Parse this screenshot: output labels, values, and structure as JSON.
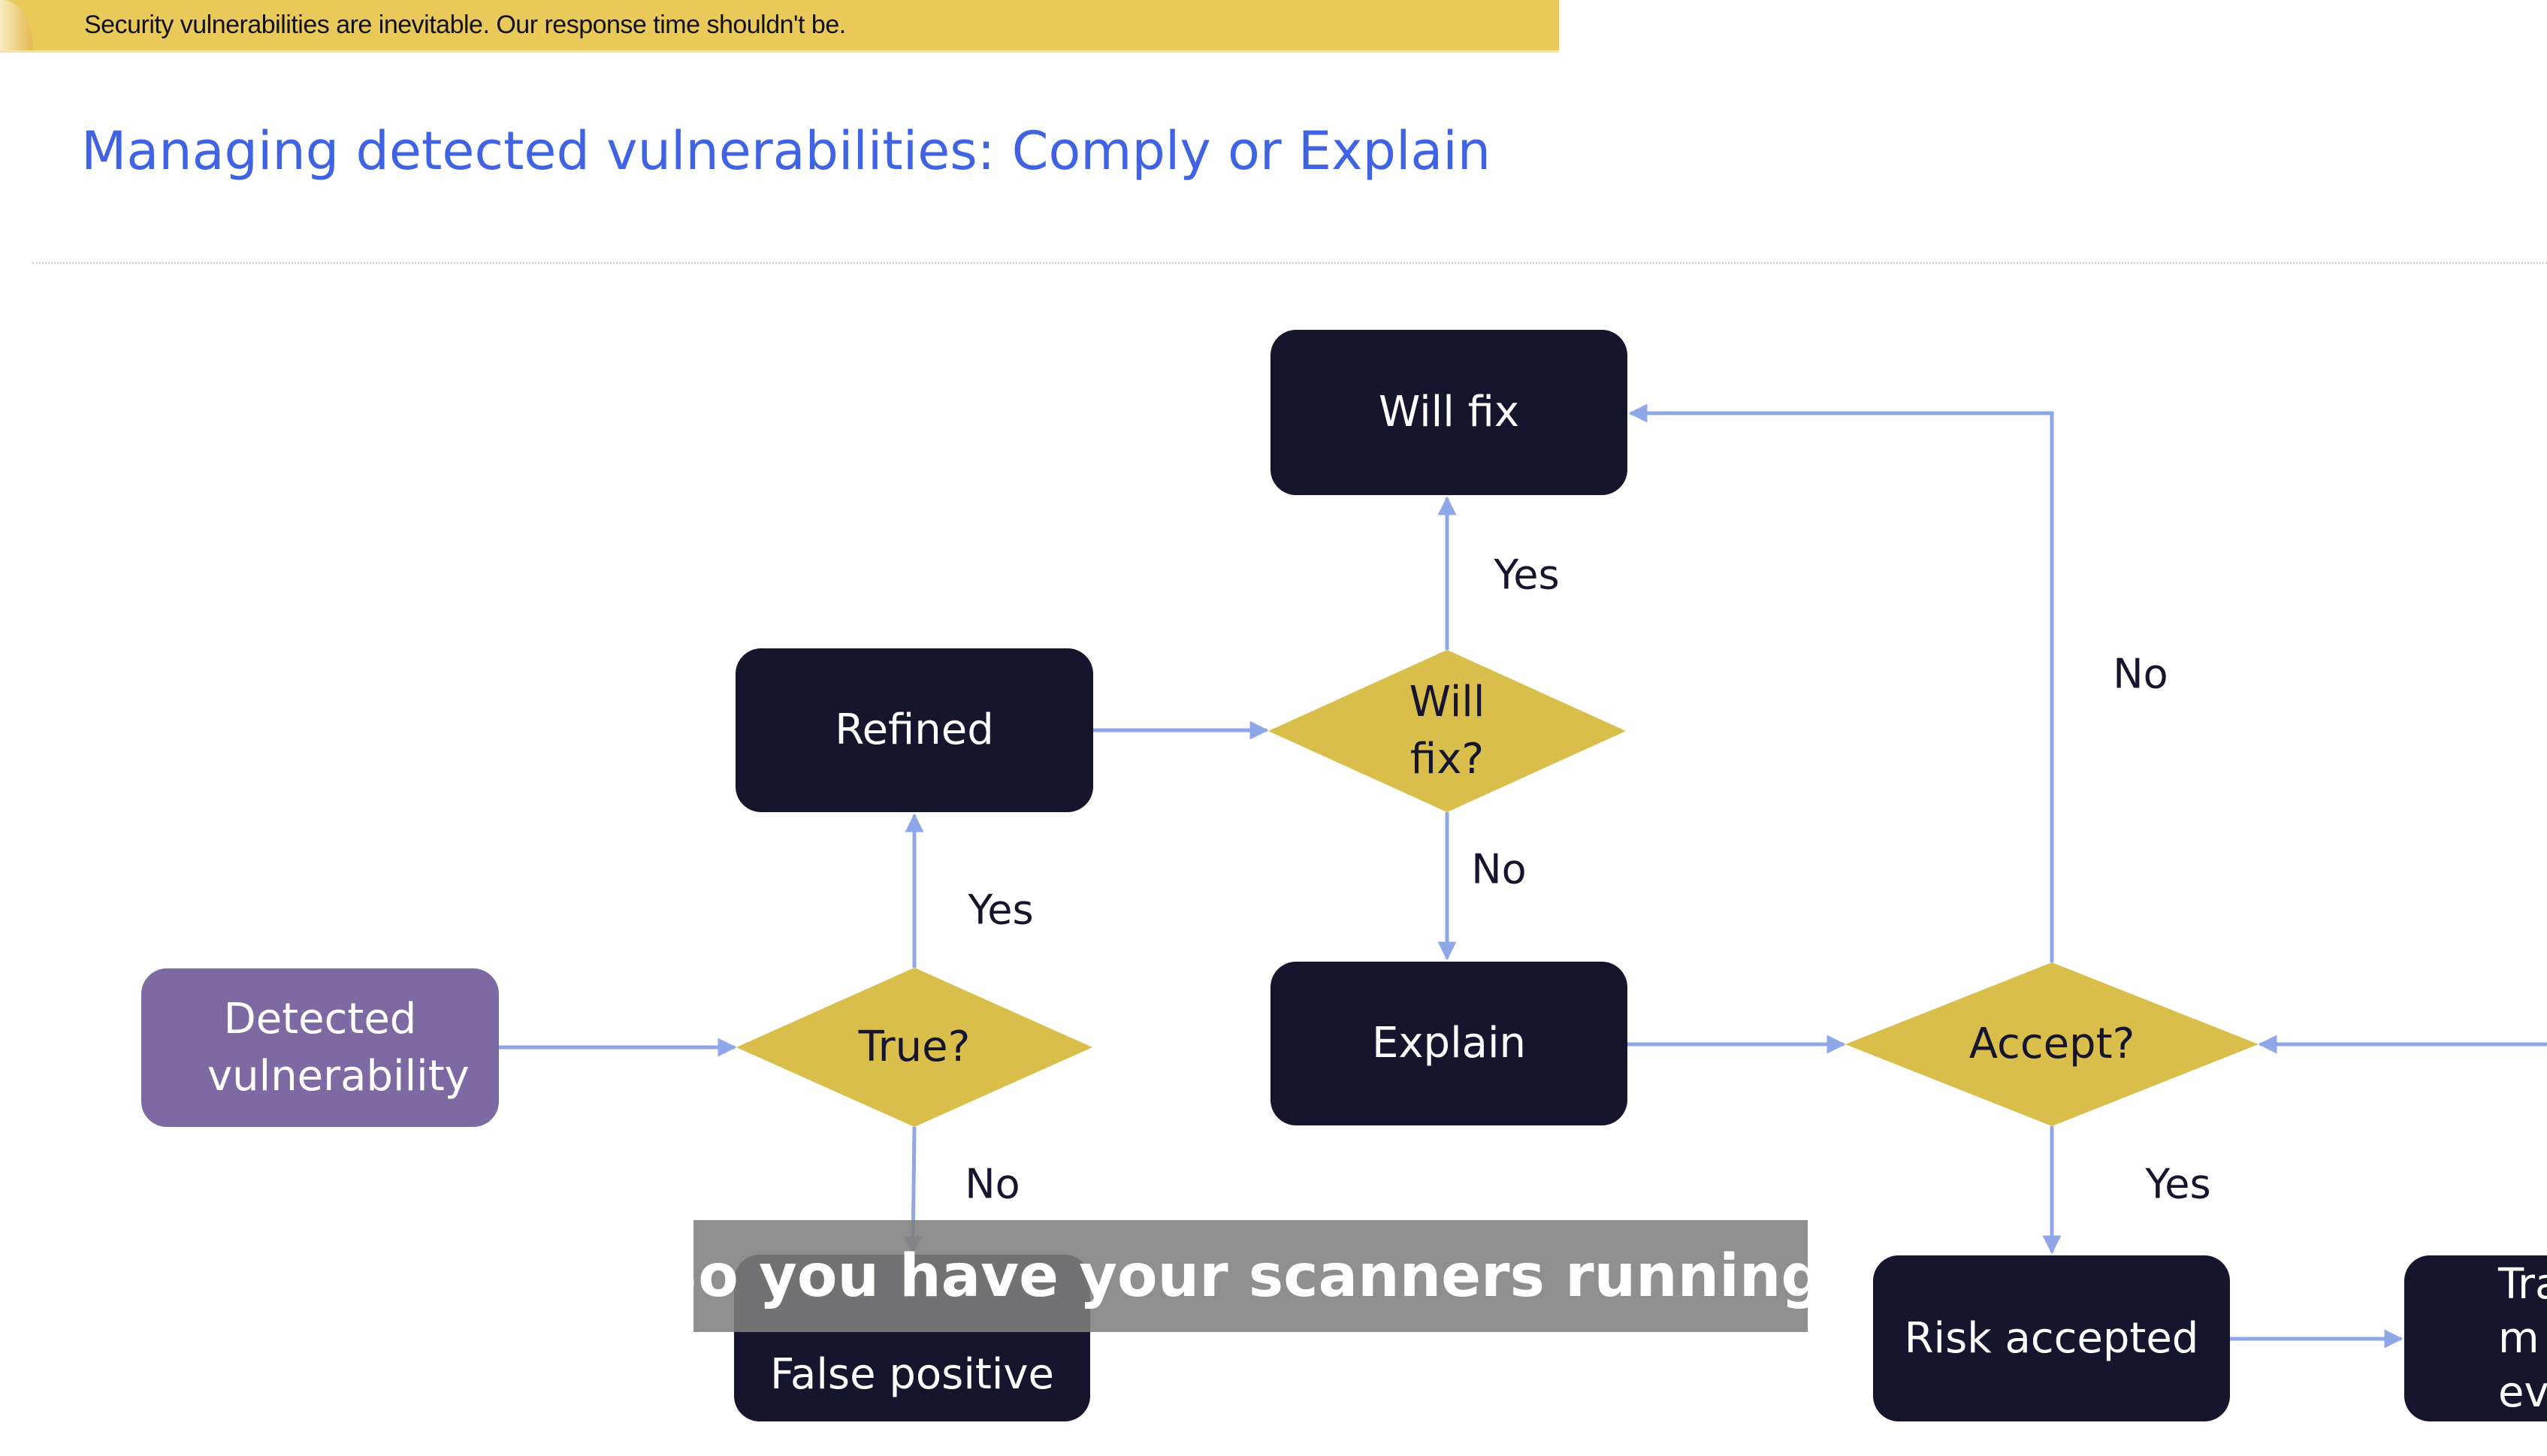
{
  "banner": {
    "text": "Security vulnerabilities are inevitable. Our response time shouldn't be."
  },
  "slide": {
    "title": "Managing detected vulnerabilities: Comply or Explain"
  },
  "nodes": {
    "detected": "Detected vulnerability",
    "true_q": "True?",
    "refined": "Refined",
    "false_positive": "False positive",
    "will_fix_q": "Will fix?",
    "will_fix": "Will fix",
    "explain": "Explain",
    "accept_q": "Accept?",
    "risk_accepted": "Risk accepted",
    "cut_off_box": "Tra m ev"
  },
  "edge_labels": {
    "true_yes": "Yes",
    "true_no": "No",
    "willfix_yes": "Yes",
    "willfix_no": "No",
    "accept_no": "No",
    "accept_yes": "Yes"
  },
  "caption": {
    "text": "So you have your scanners running."
  },
  "colors": {
    "title": "#3F63E3",
    "box": "#16152E",
    "start_box": "#7E6AA3",
    "diamond": "#D9BE4B",
    "arrow": "#8FA6E8",
    "banner": "#E8C95A"
  }
}
